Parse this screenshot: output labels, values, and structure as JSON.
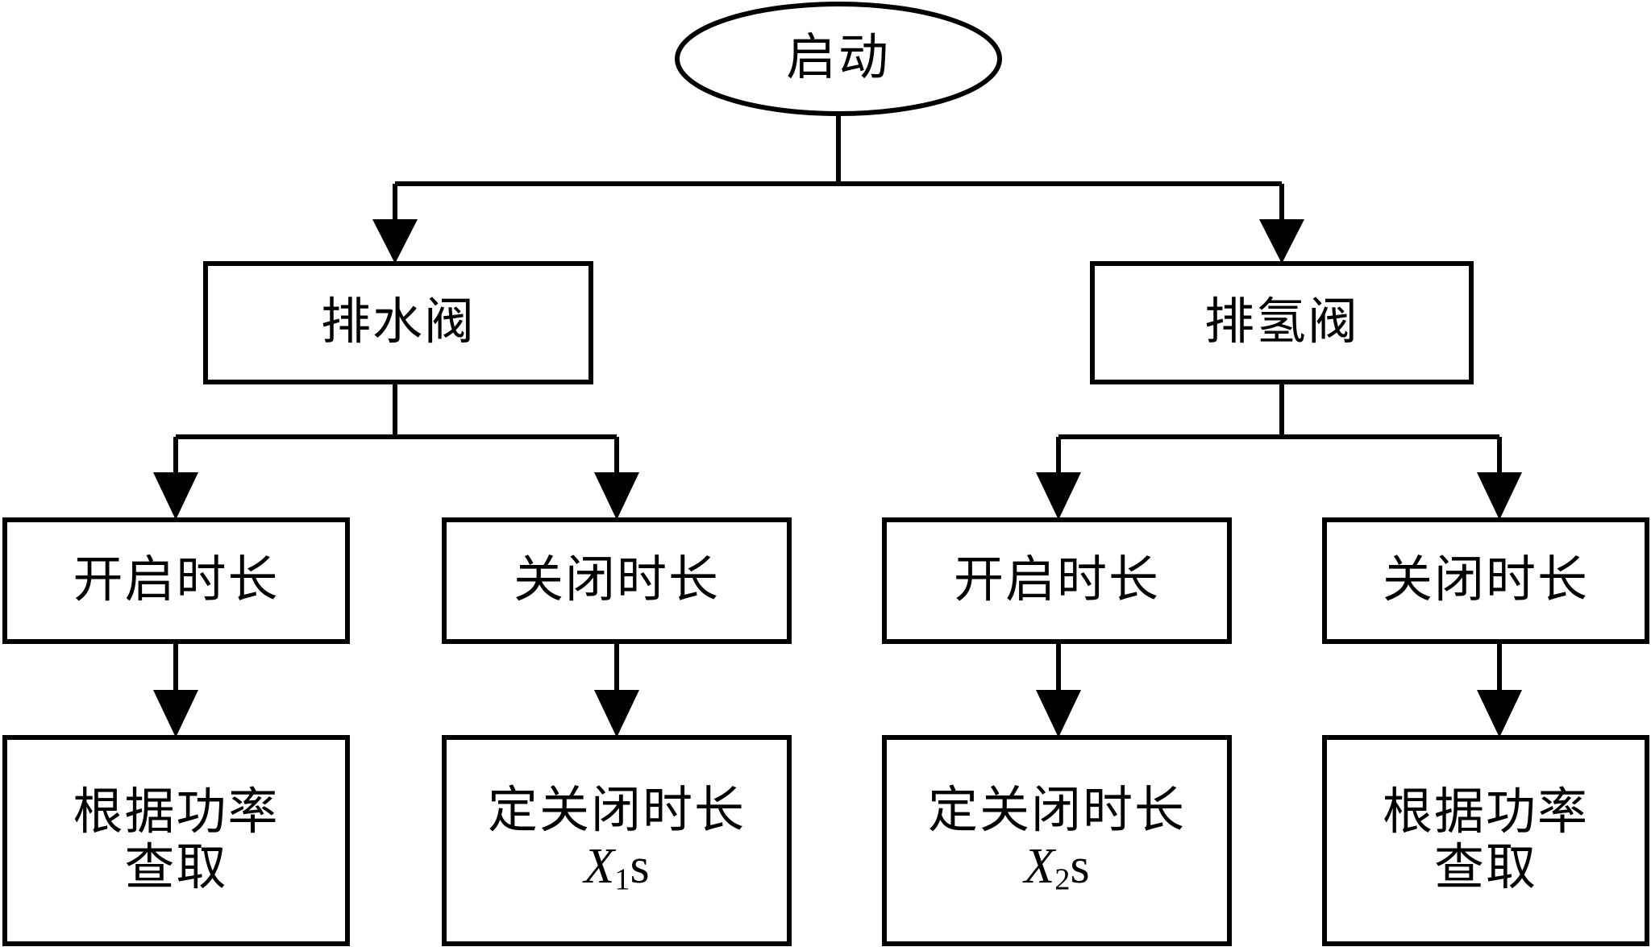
{
  "diagram": {
    "type": "flowchart",
    "direction": "top-down",
    "background_color": "#ffffff",
    "stroke_color": "#000000",
    "nodes": [
      {
        "id": "start",
        "shape": "ellipse",
        "label": "启动",
        "level": 1
      },
      {
        "id": "drain-valve",
        "shape": "rectangle",
        "label": "排水阀",
        "level": 2
      },
      {
        "id": "hydrogen-valve",
        "shape": "rectangle",
        "label": "排氢阀",
        "level": 2
      },
      {
        "id": "drain-open-duration",
        "shape": "rectangle",
        "label": "开启时长",
        "level": 3
      },
      {
        "id": "drain-close-duration",
        "shape": "rectangle",
        "label": "关闭时长",
        "level": 3
      },
      {
        "id": "hydrogen-open-duration",
        "shape": "rectangle",
        "label": "开启时长",
        "level": 3
      },
      {
        "id": "hydrogen-close-duration",
        "shape": "rectangle",
        "label": "关闭时长",
        "level": 3
      },
      {
        "id": "drain-open-action",
        "shape": "rectangle",
        "label_line1": "根据功率",
        "label_line2": "查取",
        "level": 4
      },
      {
        "id": "drain-close-action",
        "shape": "rectangle",
        "label_line1": "定关闭时长",
        "label_line2_var": "X",
        "label_line2_sub": "1",
        "label_line2_unit": "s",
        "level": 4
      },
      {
        "id": "hydrogen-open-action",
        "shape": "rectangle",
        "label_line1": "定关闭时长",
        "label_line2_var": "X",
        "label_line2_sub": "2",
        "label_line2_unit": "s",
        "level": 4
      },
      {
        "id": "hydrogen-close-action",
        "shape": "rectangle",
        "label_line1": "根据功率",
        "label_line2": "查取",
        "level": 4
      }
    ],
    "edges": [
      {
        "from": "start",
        "to": "drain-valve",
        "style": "orthogonal-arrow"
      },
      {
        "from": "start",
        "to": "hydrogen-valve",
        "style": "orthogonal-arrow"
      },
      {
        "from": "drain-valve",
        "to": "drain-open-duration",
        "style": "orthogonal-arrow"
      },
      {
        "from": "drain-valve",
        "to": "drain-close-duration",
        "style": "orthogonal-arrow"
      },
      {
        "from": "hydrogen-valve",
        "to": "hydrogen-open-duration",
        "style": "orthogonal-arrow"
      },
      {
        "from": "hydrogen-valve",
        "to": "hydrogen-close-duration",
        "style": "orthogonal-arrow"
      },
      {
        "from": "drain-open-duration",
        "to": "drain-open-action",
        "style": "straight-arrow"
      },
      {
        "from": "drain-close-duration",
        "to": "drain-close-action",
        "style": "straight-arrow"
      },
      {
        "from": "hydrogen-open-duration",
        "to": "hydrogen-open-action",
        "style": "straight-arrow"
      },
      {
        "from": "hydrogen-close-duration",
        "to": "hydrogen-close-action",
        "style": "straight-arrow"
      }
    ]
  }
}
